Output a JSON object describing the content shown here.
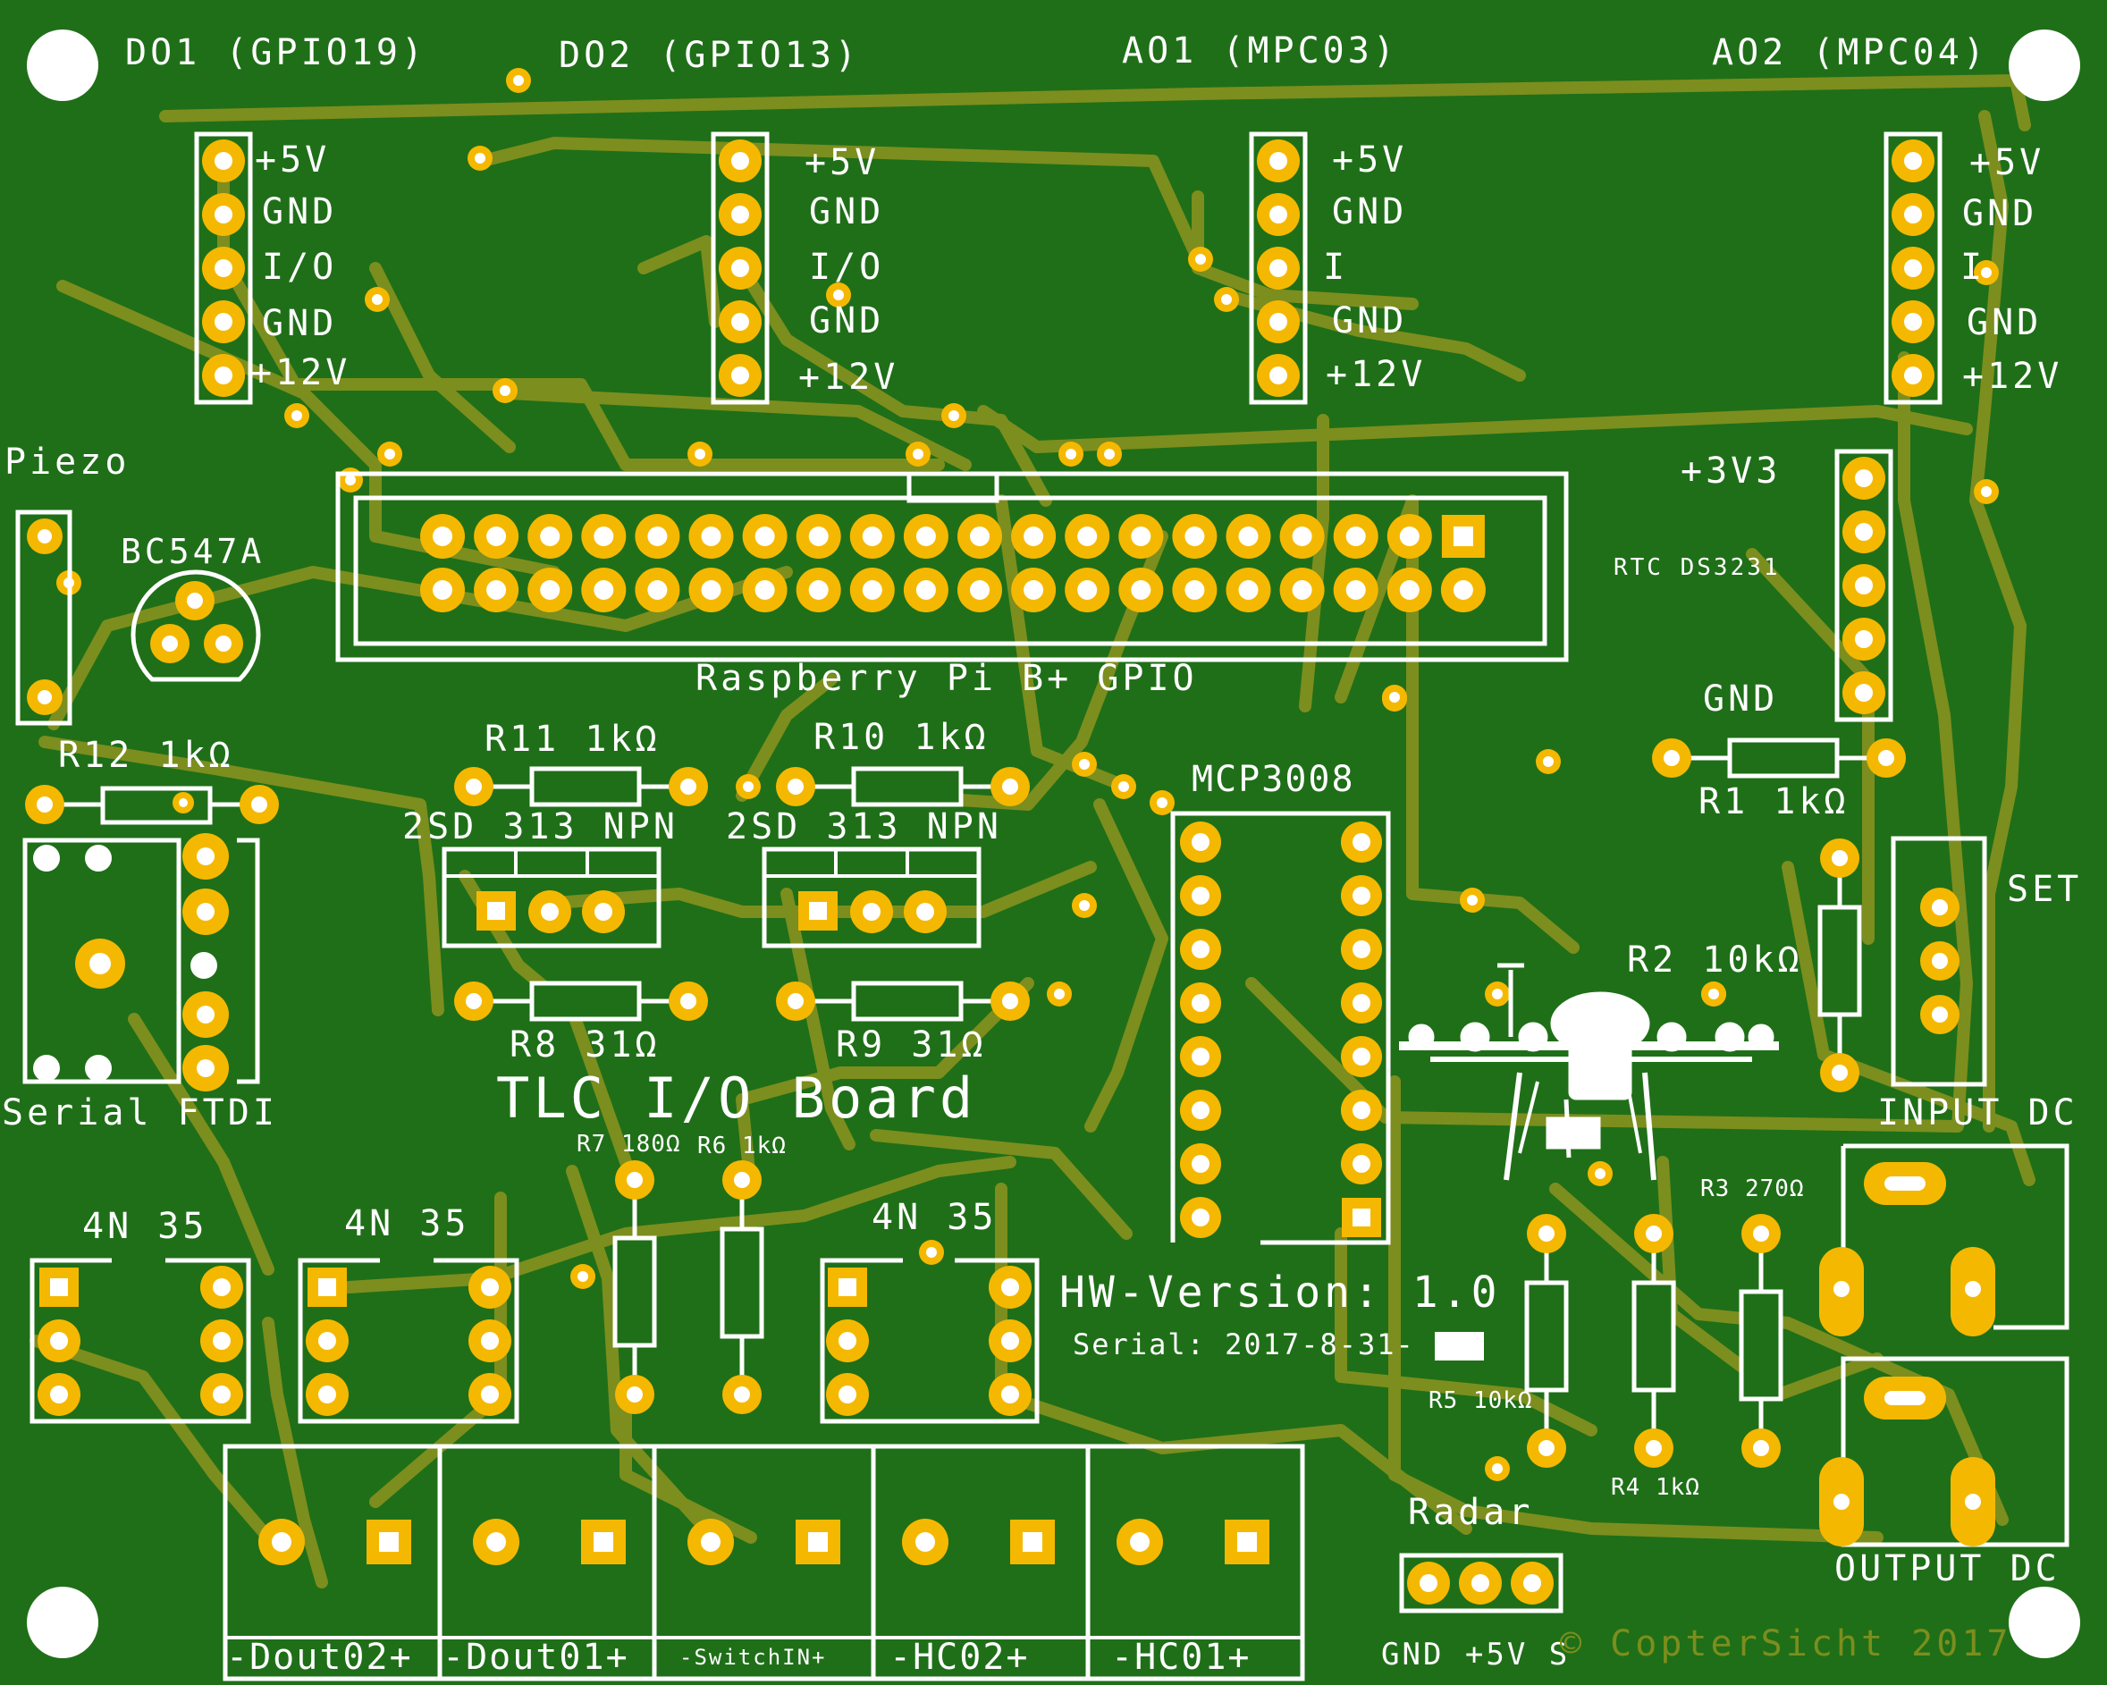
{
  "board": {
    "title": "TLC I/O Board",
    "hw_version": "HW-Version: 1.0",
    "serial": "Serial: 2017-8-31-",
    "copyright": "© CopterSicht 2017",
    "colors": {
      "board": "#1f6f18",
      "copper": "#7c8e1e",
      "pad": "#f5b800",
      "silkscreen": "#ffffff"
    }
  },
  "connectors": {
    "do1": {
      "title": "DO1 (GPIO19)",
      "pins": [
        "+5V",
        "GND",
        "I/O",
        "GND",
        "+12V"
      ]
    },
    "do2": {
      "title": "DO2 (GPIO13)",
      "pins": [
        "+5V",
        "GND",
        "I/O",
        "GND",
        "+12V"
      ]
    },
    "ao1": {
      "title": "AO1 (MPC03)",
      "pins": [
        "+5V",
        "GND",
        "I",
        "GND",
        "+12V"
      ]
    },
    "ao2": {
      "title": "AO2 (MPC04)",
      "pins": [
        "+5V",
        "GND",
        "I",
        "GND",
        "+12V"
      ]
    }
  },
  "labels": {
    "piezo": "Piezo",
    "bc547a": "BC547A",
    "gpio": "Raspberry Pi B+ GPIO",
    "v3v3": "+3V3",
    "rtc": "RTC DS3231",
    "gnd": "GND",
    "r1": "R1 1kΩ",
    "r2": "R2 10kΩ",
    "r3": "R3 270Ω",
    "r4": "R4 1kΩ",
    "r5": "R5 10kΩ",
    "r6": "R6 1kΩ",
    "r7": "R7 180Ω",
    "r8": "R8 31Ω",
    "r9": "R9 31Ω",
    "r10": "R10 1kΩ",
    "r11": "R11 1kΩ",
    "r12": "R12 1kΩ",
    "npn1": "2SD 313 NPN",
    "npn2": "2SD 313 NPN",
    "mcp": "MCP3008",
    "set": "SET",
    "input_dc": "INPUT DC",
    "output_dc": "OUTPUT DC",
    "serial_ftdi": "Serial FTDI",
    "opto1": "4N 35",
    "opto2": "4N 35",
    "opto3": "4N 35",
    "radar": "Radar",
    "radar_pins": "GND +5V S"
  },
  "terminals": [
    "-Dout02+",
    "-Dout01+",
    "-SwitchIN+",
    "-HC02+",
    "-HC01+"
  ]
}
